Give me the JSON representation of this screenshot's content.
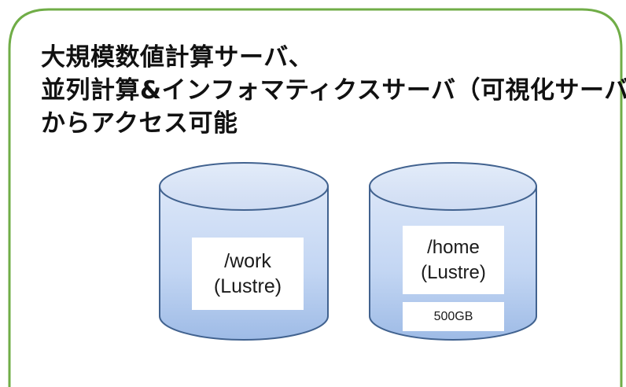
{
  "heading": {
    "line1": "大規模数値計算サーバ、",
    "line2": "並列計算&インフォマティクスサーバ（可視化サーバ）",
    "line3": "からアクセス可能"
  },
  "storages": [
    {
      "mount": "/work",
      "filesystem": "(Lustre)"
    },
    {
      "mount": "/home",
      "filesystem": "(Lustre)",
      "quota": "500GB"
    }
  ],
  "colors": {
    "frame_border": "#70ad47",
    "cylinder_top": "#dae5f7",
    "cylinder_side_dark": "#a9c3ea",
    "cylinder_edge": "#41628f"
  }
}
